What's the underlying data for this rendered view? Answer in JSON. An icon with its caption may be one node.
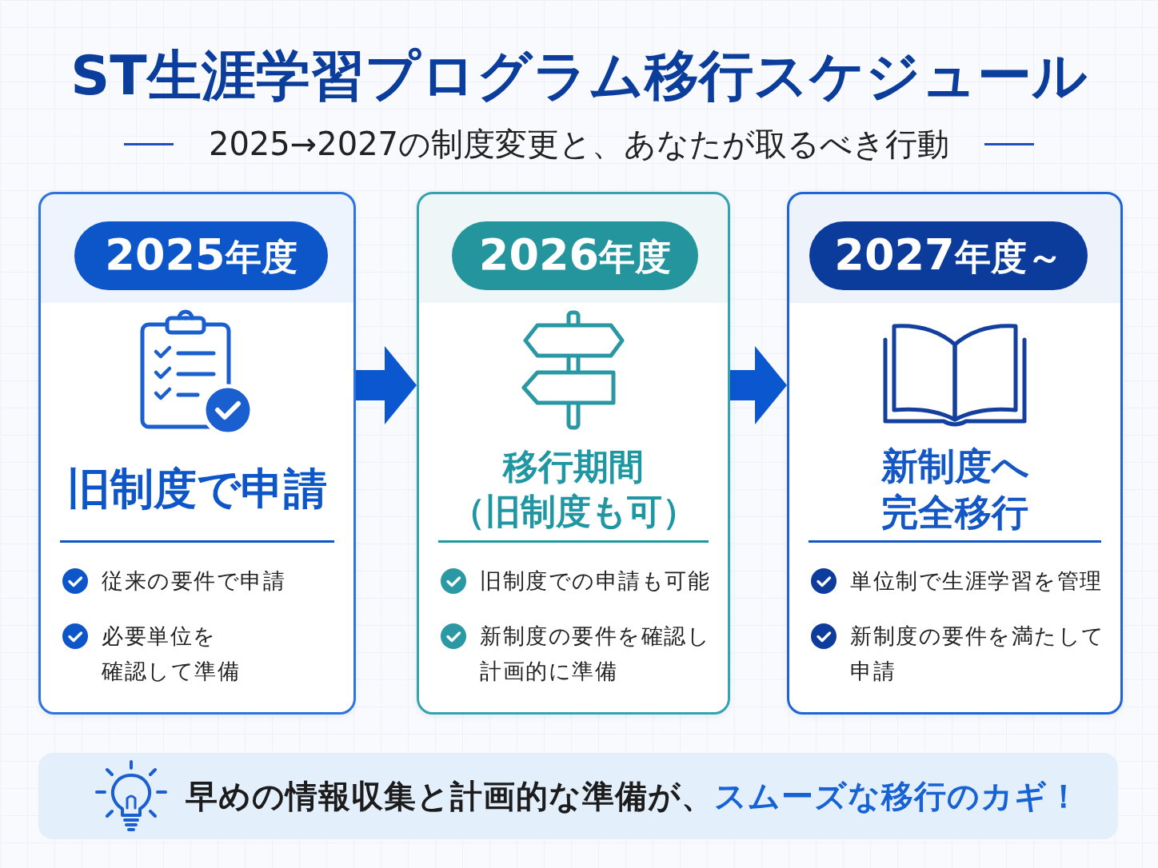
{
  "diagram": {
    "title": "ST生涯学習プログラム移行スケジュール",
    "nodes": [
      {
        "text": [
          "旧制度で申請",
          "従来の要件で申請",
          "必要単位を確認して準備"
        ]
      },
      {
        "text": [
          "2025年度"
        ],
        "in": 0
      },
      {
        "text": [
          "移行期間（旧制度も可）",
          "旧制度での申請も可能",
          "新制度の要件を確認し計画的に準備"
        ]
      },
      {
        "text": [
          "2026年度"
        ],
        "in": 2
      },
      {
        "text": [
          "新制度へ完全移行",
          "単位制で生涯学習を管理",
          "新制度の要件を満たして申請"
        ]
      },
      {
        "text": [
          "2027年度～"
        ],
        "in": 4
      },
      {
        "text": [
          "早めの情報収集と計画的な準備が、*スムーズな移行のカギ！*"
        ]
      }
    ],
    "edges": [
      {
        "from": 0,
        "to": 2,
        "arrow": "to"
      },
      {
        "from": 2,
        "to": 4,
        "arrow": "to"
      }
    ],
    "labels": [
      "2025→2027の制度変更と、あなたが取るべき行動"
    ]
  }
}
